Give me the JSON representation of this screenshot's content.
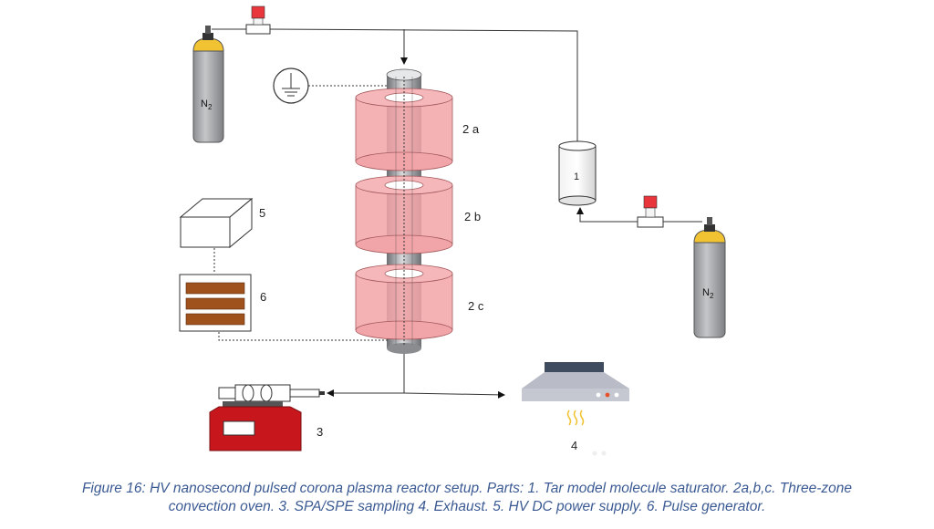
{
  "diagram": {
    "gas_left": {
      "symbol": "N",
      "subscript": "2"
    },
    "gas_right": {
      "symbol": "N",
      "subscript": "2"
    },
    "labels": {
      "saturator": "1",
      "zone_a": "2 a",
      "zone_b": "2 b",
      "zone_c": "2 c",
      "sampling": "3",
      "exhaust": "4",
      "hv_supply": "5",
      "pulse_gen": "6"
    },
    "colors": {
      "oven": "#f2a5a8",
      "oven_edge": "#a55a5e",
      "gas_cylinder": "#a7a9ac",
      "cylinder_valve": "#f1c232",
      "regulator": "#e8363c",
      "sampler_base": "#c8161d",
      "pulse_bar": "#a0521d",
      "exhaust_hood": "#b9bcc6",
      "heat_lines": "#f1c232",
      "caption": "#3b5a93"
    }
  },
  "caption": {
    "line1": "Figure 16: HV nanosecond pulsed corona plasma reactor setup. Parts: 1. Tar model molecule saturator. 2a,b,c. Three-zone",
    "line2": "convection oven. 3. SPA/SPE sampling 4. Exhaust. 5. HV DC power supply. 6. Pulse generator."
  }
}
